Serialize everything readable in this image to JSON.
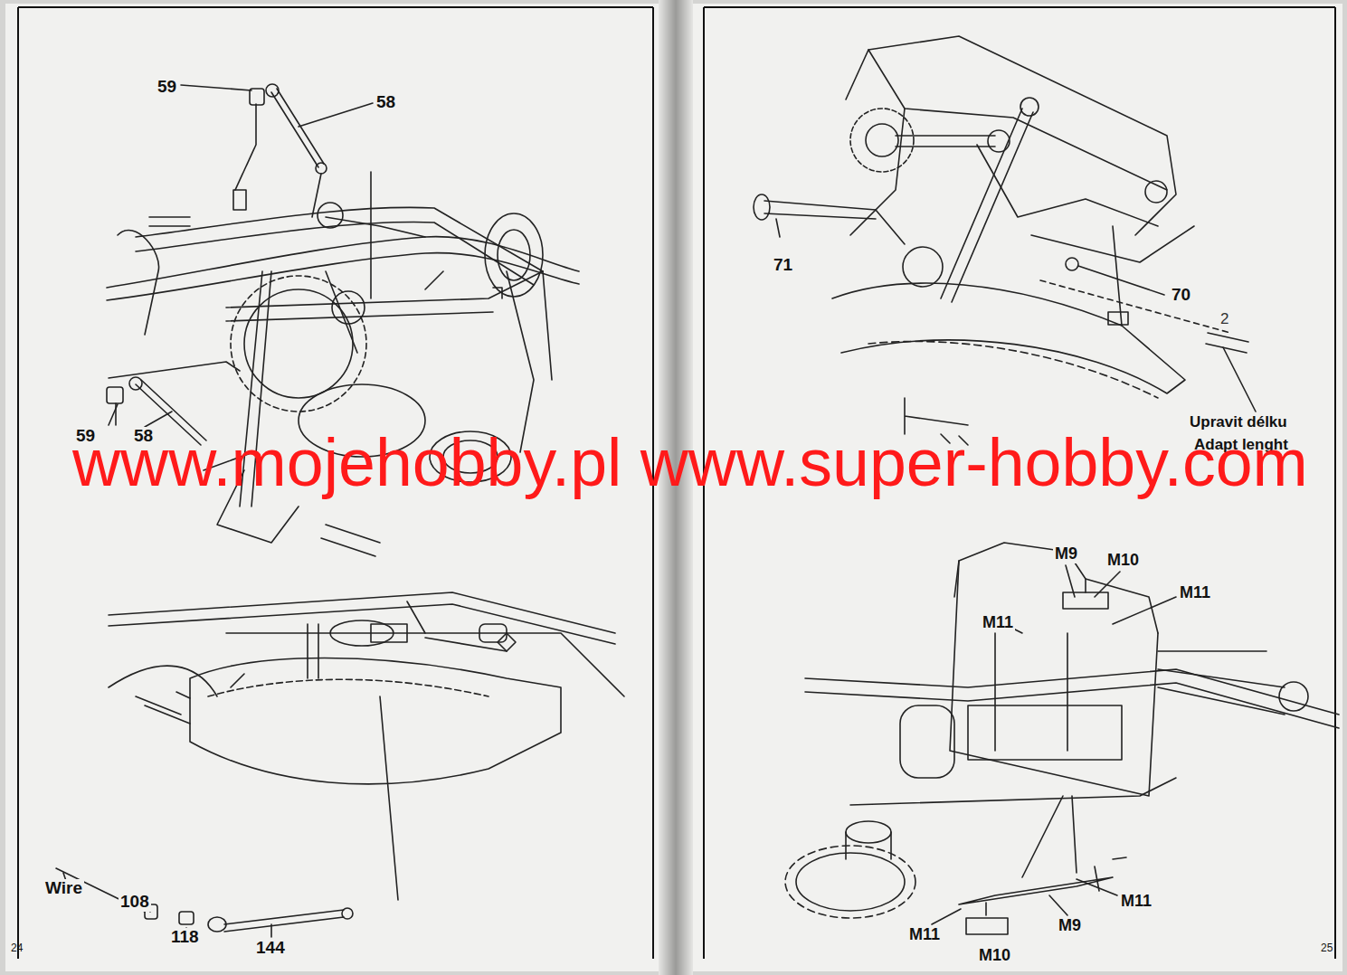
{
  "diagram": {
    "labels": [
      "59",
      "58",
      "59",
      "58",
      "71",
      "70",
      "2",
      "Upravit délku",
      "Adapt lenght",
      "Wire",
      "108",
      "118",
      "144",
      "M9",
      "M10",
      "M11",
      "M11",
      "M11",
      "M9",
      "M11",
      "M10",
      "24",
      "25",
      "www.mojehobby.pl www.super-hobby.com"
    ]
  }
}
